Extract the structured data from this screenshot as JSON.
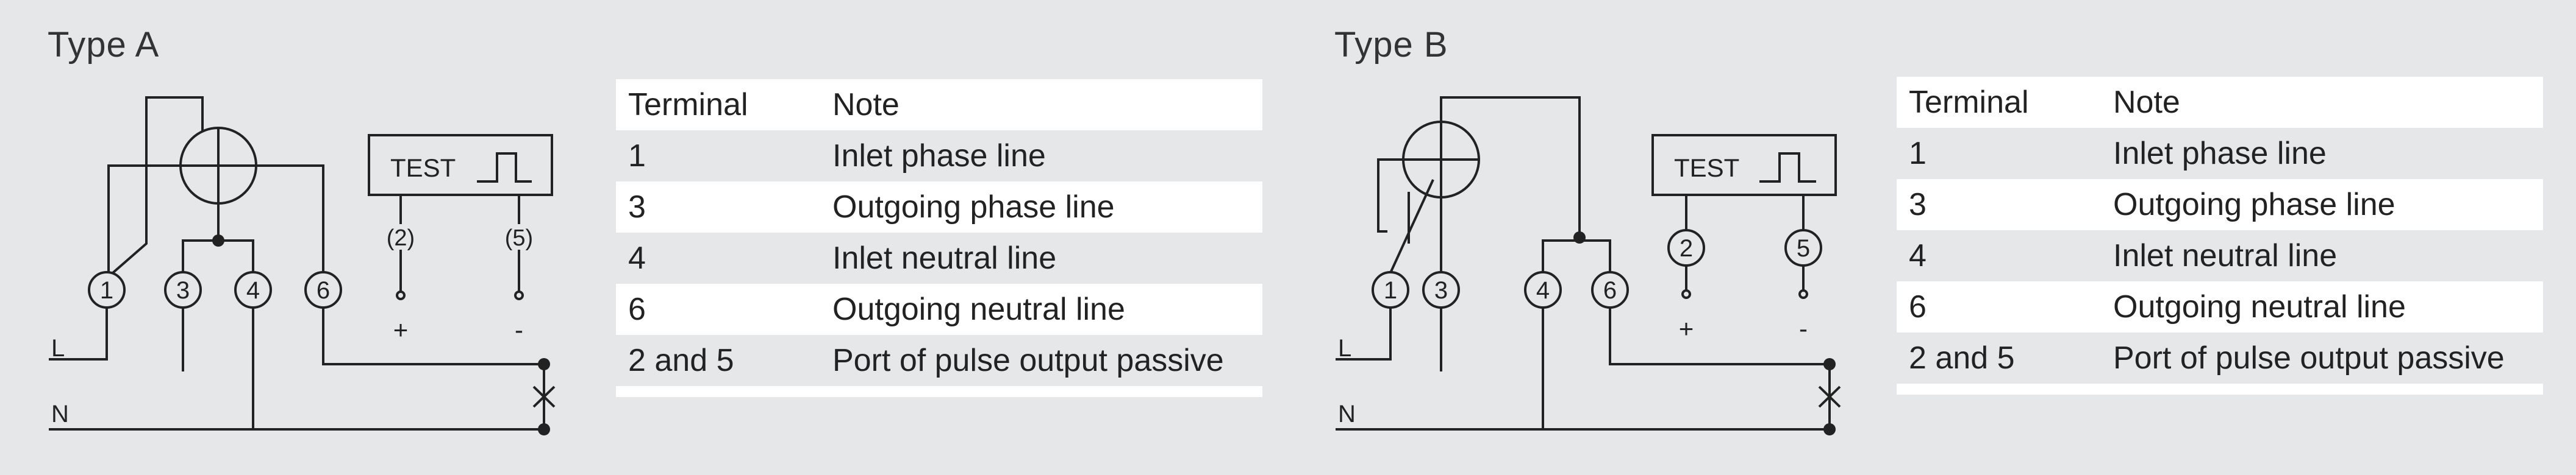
{
  "panels": [
    {
      "title": "Type A",
      "test_label": "TEST",
      "terminals": [
        "1",
        "3",
        "4",
        "6"
      ],
      "pulse_terminals": [
        "(2)",
        "(5)"
      ],
      "pulse_polarity": [
        "+",
        "-"
      ],
      "lines": [
        "L",
        "N"
      ],
      "table": {
        "headers": [
          "Terminal",
          "Note"
        ],
        "rows": [
          [
            "1",
            "Inlet phase line"
          ],
          [
            "3",
            "Outgoing phase line"
          ],
          [
            "4",
            "Inlet neutral line"
          ],
          [
            "6",
            "Outgoing neutral line"
          ],
          [
            "2 and 5",
            "Port of pulse output passive"
          ]
        ]
      }
    },
    {
      "title": "Type B",
      "test_label": "TEST",
      "terminals": [
        "1",
        "3",
        "4",
        "6"
      ],
      "pulse_terminals": [
        "2",
        "5"
      ],
      "pulse_polarity": [
        "+",
        "-"
      ],
      "lines": [
        "L",
        "N"
      ],
      "table": {
        "headers": [
          "Terminal",
          "Note"
        ],
        "rows": [
          [
            "1",
            "Inlet phase line"
          ],
          [
            "3",
            "Outgoing phase line"
          ],
          [
            "4",
            "Inlet neutral line"
          ],
          [
            "6",
            "Outgoing neutral line"
          ],
          [
            "2 and 5",
            "Port of pulse output passive"
          ]
        ]
      }
    }
  ]
}
